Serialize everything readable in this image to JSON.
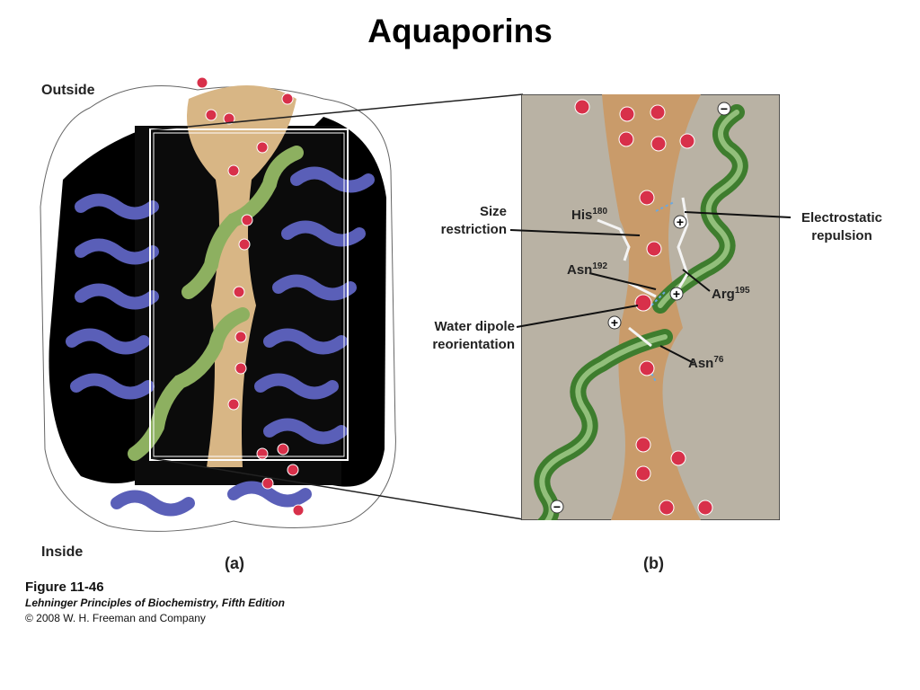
{
  "title": "Aquaporins",
  "panel_a": {
    "outside_label": "Outside",
    "inside_label": "Inside",
    "caption": "(a)"
  },
  "panel_b": {
    "caption": "(b)",
    "size_restriction": [
      "Size",
      "restriction"
    ],
    "electrostatic_repulsion": [
      "Electrostatic",
      "repulsion"
    ],
    "water_dipole": [
      "Water dipole",
      "reorientation"
    ],
    "residues": {
      "his": {
        "name": "His",
        "num": "180"
      },
      "asn192": {
        "name": "Asn",
        "num": "192"
      },
      "arg": {
        "name": "Arg",
        "num": "195"
      },
      "asn76": {
        "name": "Asn",
        "num": "76"
      }
    },
    "charges": {
      "plus": "+",
      "minus": "−"
    }
  },
  "footer": {
    "figure": "Figure 11-46",
    "book": "Lehninger Principles of Biochemistry, Fifth Edition",
    "copyright": "© 2008 W. H. Freeman and Company"
  },
  "colors": {
    "helix_blue": "#5a5fb8",
    "helix_green": "#8db060",
    "channel_tan": "#d8b685",
    "water_red": "#d8304a"
  }
}
